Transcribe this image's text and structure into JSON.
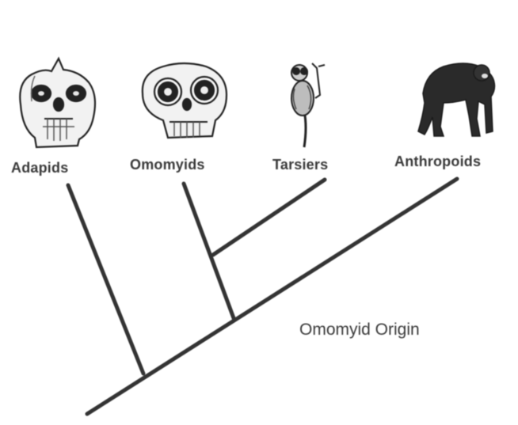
{
  "diagram": {
    "taxa": [
      {
        "id": "adapids",
        "label": "Adapids",
        "icon": "adapid-skull-icon"
      },
      {
        "id": "omomyids",
        "label": "Omomyids",
        "icon": "omomyid-skull-icon"
      },
      {
        "id": "tarsiers",
        "label": "Tarsiers",
        "icon": "tarsier-icon"
      },
      {
        "id": "anthropoids",
        "label": "Anthropoids",
        "icon": "chimpanzee-icon"
      }
    ],
    "annotation": "Omomyid Origin"
  }
}
